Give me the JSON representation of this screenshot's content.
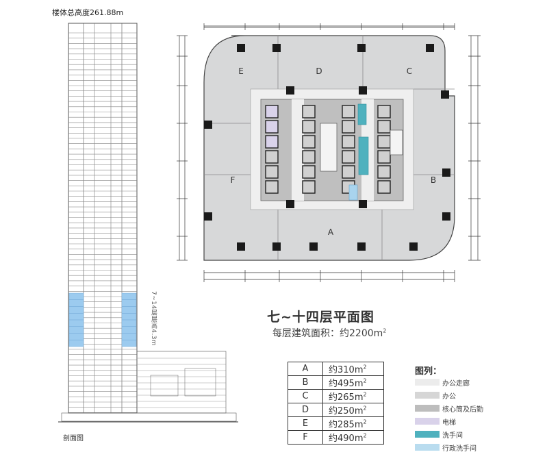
{
  "section": {
    "height_label": "楼体总高度261.88m",
    "caption": "剖面图",
    "floor_range_label": "7~14层层高4.3m"
  },
  "plan": {
    "title": "七~十四层平面图",
    "area_prefix": "每层建筑面积：约2200m",
    "area_suffix": "2",
    "zones": [
      "A",
      "B",
      "C",
      "D",
      "E",
      "F"
    ]
  },
  "area_table": [
    {
      "zone": "A",
      "value": "约310m",
      "unit_exp": "2"
    },
    {
      "zone": "B",
      "value": "约495m",
      "unit_exp": "2"
    },
    {
      "zone": "C",
      "value": "约265m",
      "unit_exp": "2"
    },
    {
      "zone": "D",
      "value": "约250m",
      "unit_exp": "2"
    },
    {
      "zone": "E",
      "value": "约285m",
      "unit_exp": "2"
    },
    {
      "zone": "F",
      "value": "约490m",
      "unit_exp": "2"
    }
  ],
  "legend": {
    "title": "图列：",
    "items": [
      {
        "label": "办公走廊",
        "color": "#ececec"
      },
      {
        "label": "办公",
        "color": "#d6d6d6"
      },
      {
        "label": "核心筒及后勤",
        "color": "#bdbdbd"
      },
      {
        "label": "电梯",
        "color": "#d9d2ea"
      },
      {
        "label": "洗手间",
        "color": "#4fb1be"
      },
      {
        "label": "行政洗手间",
        "color": "#b9dcef"
      }
    ]
  },
  "colors": {
    "office": "#d7d8d9",
    "corridor": "#efefef",
    "core": "#bfbfbf",
    "elevator": "#d9d2ea",
    "restroom": "#4fb1be",
    "exec_restroom": "#a9d4ee",
    "line": "#555555"
  }
}
